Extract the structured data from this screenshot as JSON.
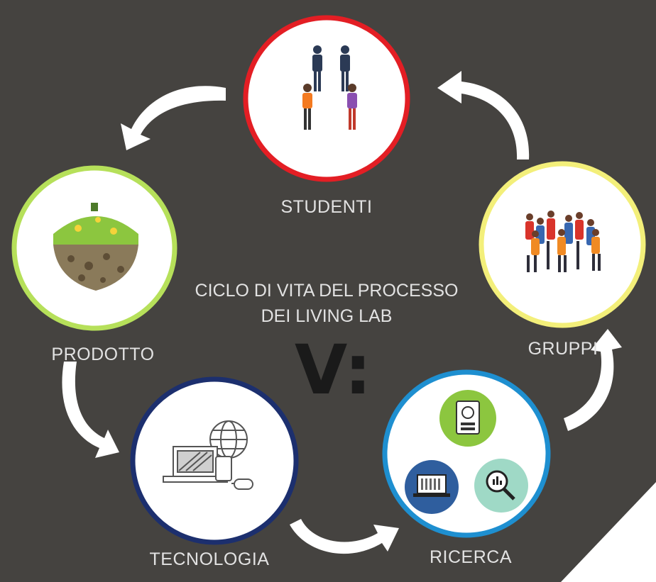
{
  "diagram": {
    "title_line1": "CICLO DI VITA DEL PROCESSO",
    "title_line2": "DEI LIVING LAB",
    "logo_text": "V:",
    "nodes": [
      {
        "id": "studenti",
        "label": "STUDENTI",
        "ring_color": "#e31e24"
      },
      {
        "id": "gruppi",
        "label": "GRUPPI",
        "ring_color": "#f3ef7a"
      },
      {
        "id": "ricerca",
        "label": "RICERCA",
        "ring_color": "#1e8fd0"
      },
      {
        "id": "tecnologia",
        "label": "TECNOLOGIA",
        "ring_color": "#1c2f6e"
      },
      {
        "id": "prodotto",
        "label": "PRODOTTO",
        "ring_color": "#b6e05a"
      }
    ],
    "colors": {
      "background": "#454340",
      "inner_fill": "#ffffff",
      "text": "#e2e2e2",
      "arrow": "#ffffff"
    }
  }
}
